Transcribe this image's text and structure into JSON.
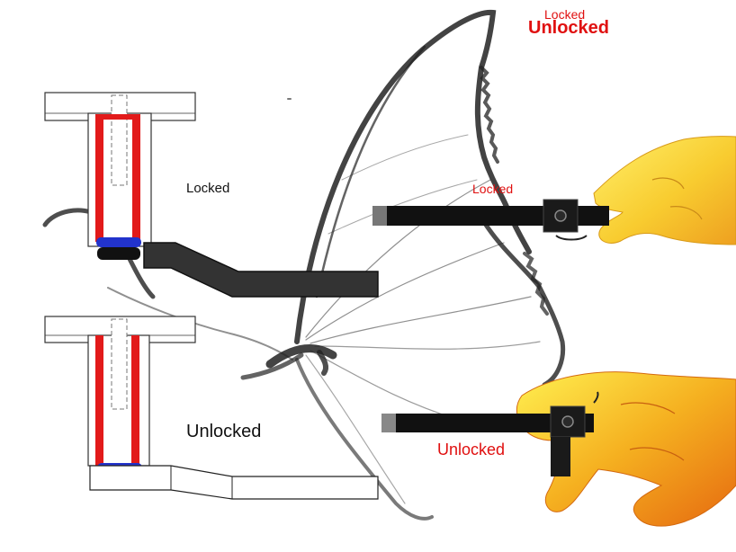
{
  "labels": {
    "top_right_small": "Locked",
    "top_right_large": "Unlocked",
    "mechanism_locked": "Locked",
    "mechanism_unlocked": "Unlocked",
    "hand_locked": "Locked",
    "hand_unlocked": "Unlocked"
  },
  "colors": {
    "spring_red": "#e21a1a",
    "latch_blue": "#2233cc",
    "lever_black": "#1a1a1a",
    "label_red": "#e01010",
    "hand_yellow": "#f7cc2a",
    "hand_orange": "#ee8a10"
  },
  "icons": [
    "butterfly-wing-illustration",
    "hand-locked-illustration",
    "hand-unlocked-illustration"
  ]
}
